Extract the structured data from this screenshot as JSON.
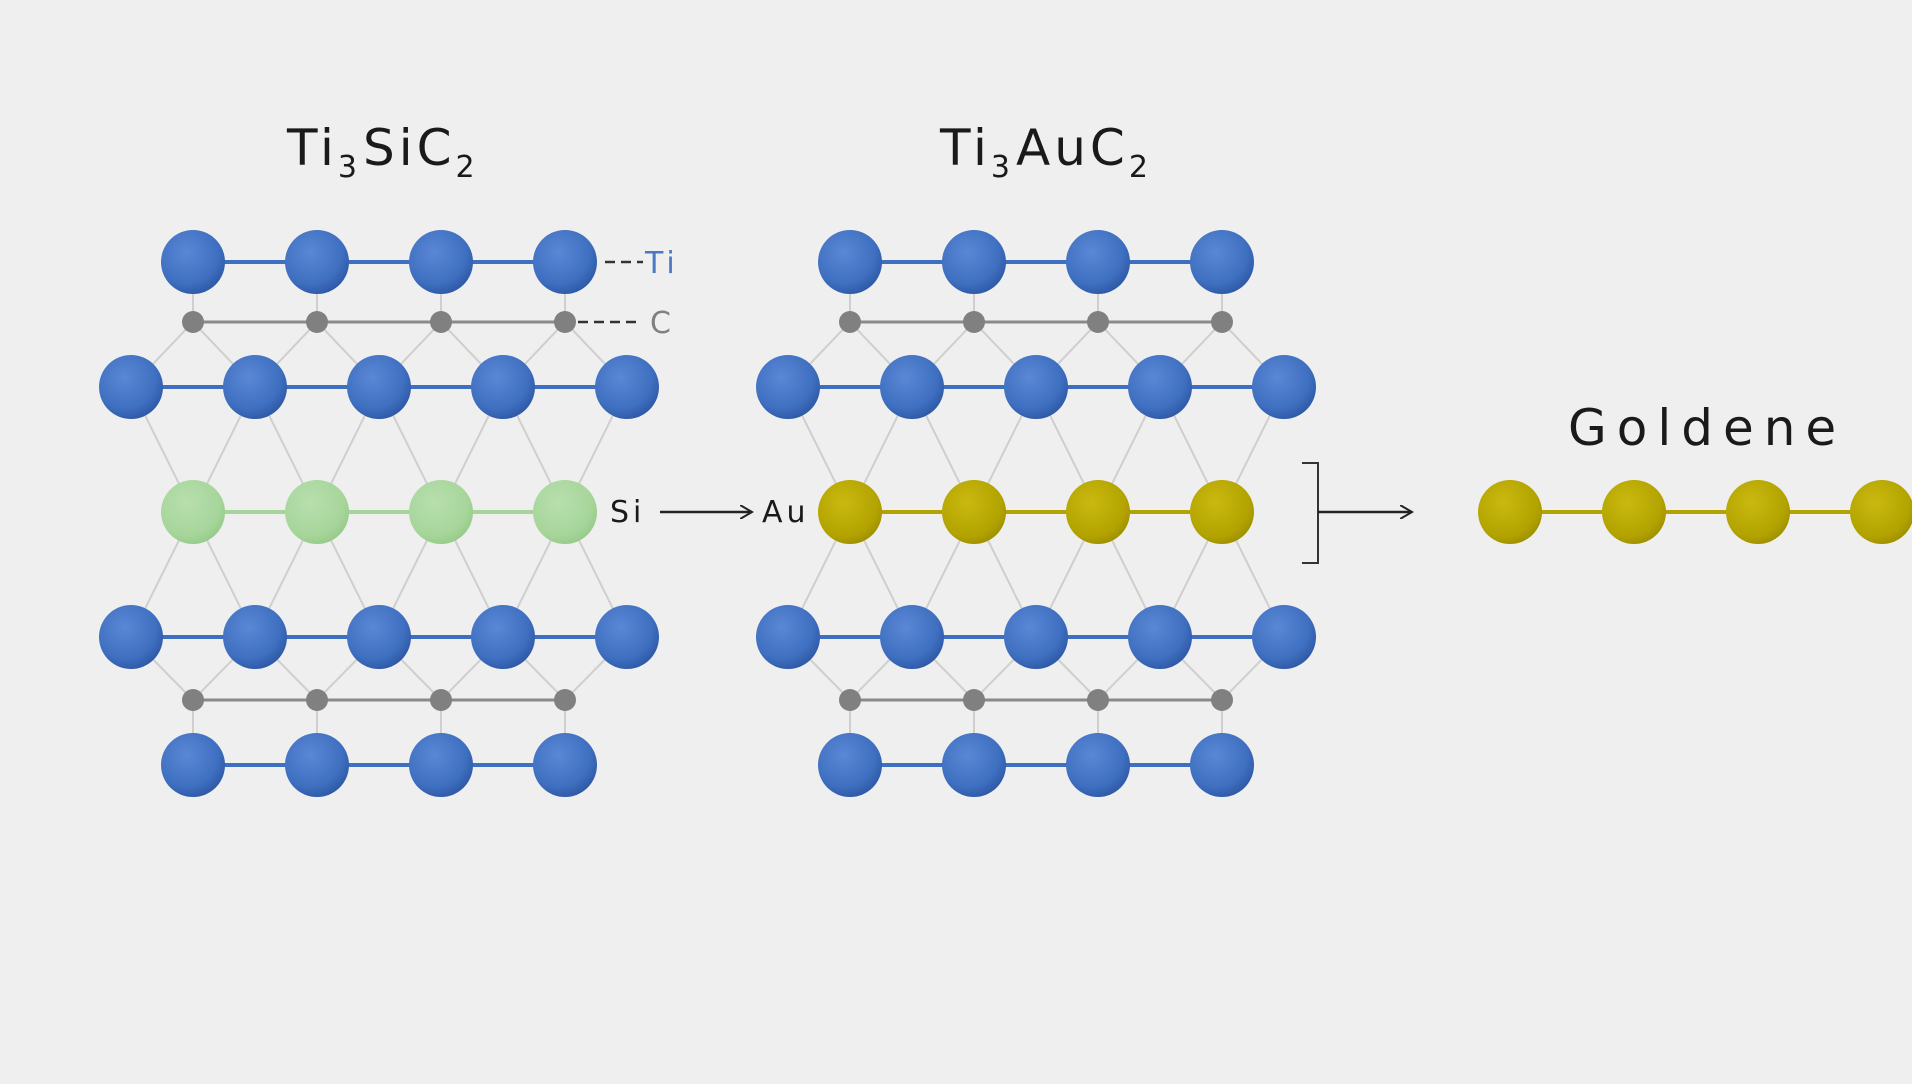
{
  "titles": {
    "left": {
      "main": "Ti",
      "sub1": "3",
      "mid": "SiC",
      "sub2": "2"
    },
    "right": {
      "main": "Ti",
      "sub1": "3",
      "mid": "AuC",
      "sub2": "2"
    },
    "goldene": "Goldene"
  },
  "labels": {
    "ti": "Ti",
    "c": "C",
    "si": "Si",
    "au": "Au"
  },
  "colors": {
    "background": "#efefef",
    "ti": "#3f6fc0",
    "ti_bond": "#3f6fc0",
    "c": "#808080",
    "c_bond": "#8a8a8a",
    "si": "#a6d59a",
    "si_bond": "#a6d59a",
    "au": "#b3a300",
    "au_bond": "#b3a300",
    "lattice": "#cfcfcf",
    "text": "#1a1a1a",
    "arrow": "#222222"
  },
  "icons": {
    "arrow": "right-arrow-icon",
    "bracket": "etch-bracket-icon"
  }
}
